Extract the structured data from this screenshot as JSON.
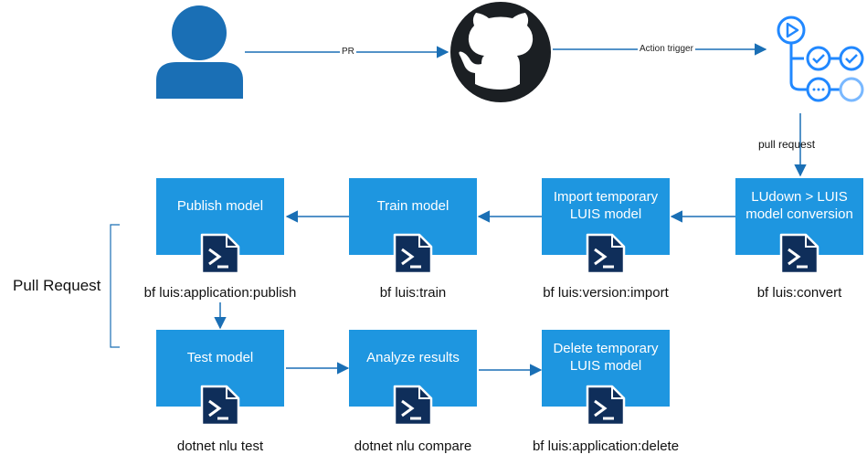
{
  "edges": {
    "pr": "PR",
    "action_trigger": "Action trigger",
    "pull_request": "pull request"
  },
  "group_label": "Pull Request",
  "steps": [
    {
      "title": "LUdown > LUIS model conversion",
      "command": "bf luis:convert"
    },
    {
      "title": "Import temporary LUIS model",
      "command": "bf luis:version:import"
    },
    {
      "title": "Train model",
      "command": "bf luis:train"
    },
    {
      "title": "Publish model",
      "command": "bf luis:application:publish"
    },
    {
      "title": "Test model",
      "command": "dotnet nlu test"
    },
    {
      "title": "Analyze results",
      "command": "dotnet nlu compare"
    },
    {
      "title": "Delete temporary LUIS model",
      "command": "bf luis:application:delete"
    }
  ],
  "colors": {
    "box": "#1e96e0",
    "arrow": "#1a6fb5",
    "user": "#1a6fb5",
    "github": "#1b1f23",
    "actions": "#2188ff",
    "icon_fill": "#0f2e5a"
  },
  "icons": {
    "user": "user-icon",
    "github": "github-icon",
    "actions": "github-actions-icon",
    "powershell": "powershell-icon"
  }
}
